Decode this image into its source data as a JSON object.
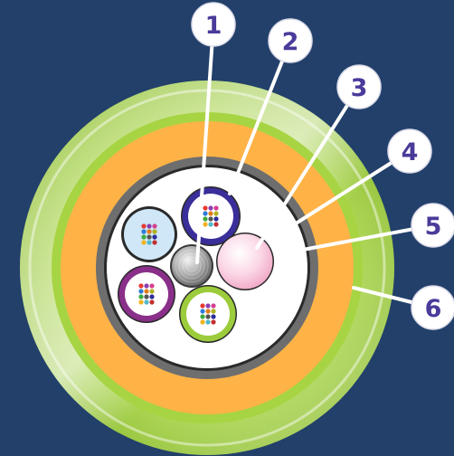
{
  "diagram": {
    "colors": {
      "background": "#22406a",
      "outer_sheath": "#9ccc3c",
      "inner_sheath": "#ffb347",
      "armor_ring": "#6e6e6e",
      "core_fill": "#ffffff",
      "tube_blue": "#3a2f9a",
      "tube_light_blue": "#cfe7f7",
      "tube_purple": "#8a2f8a",
      "tube_green": "#9ccc3c",
      "central_member": "#9a9a9a",
      "filler": "#f6bfd6",
      "callout_badge_fill": "#ffffff",
      "callout_text": "#4a3a9a"
    },
    "callouts": [
      {
        "label": "1"
      },
      {
        "label": "2"
      },
      {
        "label": "3"
      },
      {
        "label": "4"
      },
      {
        "label": "5"
      },
      {
        "label": "6"
      }
    ]
  }
}
